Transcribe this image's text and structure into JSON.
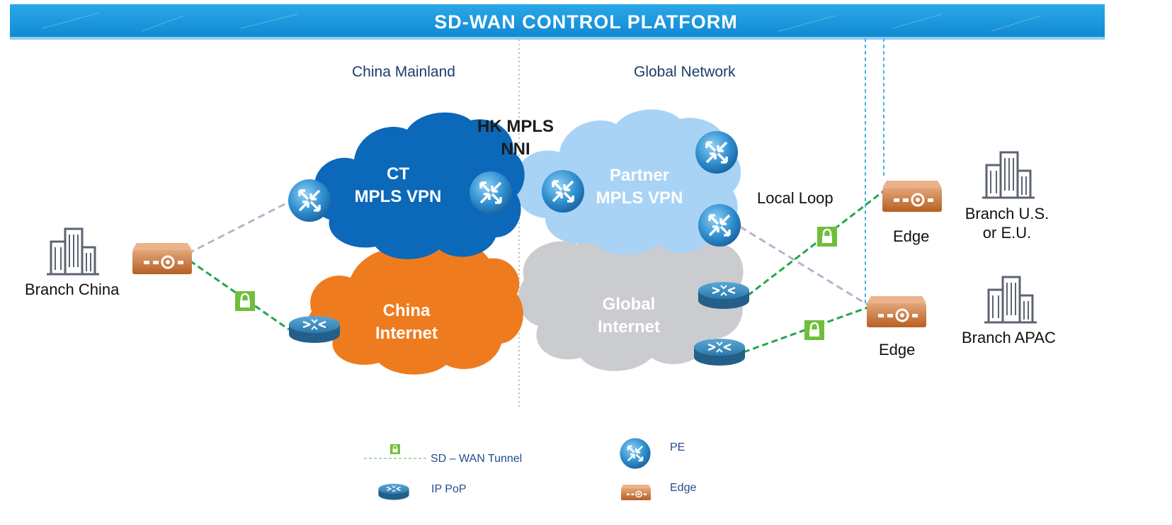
{
  "banner": {
    "title": "SD-WAN CONTROL PLATFORM"
  },
  "regions": {
    "left": "China Mainland",
    "right": "Global Network"
  },
  "clouds": {
    "ct_mpls": {
      "line1": "CT",
      "line2": "MPLS VPN"
    },
    "partner_mpls": {
      "line1": "Partner",
      "line2": "MPLS VPN"
    },
    "china_internet": {
      "line1": "China",
      "line2": "Internet"
    },
    "global_internet": {
      "line1": "Global",
      "line2": "Internet"
    }
  },
  "nni": {
    "line1": "HK MPLS",
    "line2": "NNI"
  },
  "labels": {
    "local_loop": "Local Loop",
    "branch_china": "Branch China",
    "branch_us_line1": "Branch U.S.",
    "branch_us_line2": "or E.U.",
    "branch_apac": "Branch APAC",
    "edge_top": "Edge",
    "edge_bottom": "Edge"
  },
  "legend": {
    "tunnel": "SD – WAN Tunnel",
    "ip_pop": "IP PoP",
    "pe": "PE",
    "edge": "Edge"
  },
  "colors": {
    "banner": "#1e9de0",
    "ct_cloud": "#0c68b9",
    "partner_cloud": "#a8d3f5",
    "china_internet_cloud": "#ef7b1f",
    "global_internet_cloud": "#cbcccf",
    "tunnel": "#22a64a",
    "lock": "#6fbf3a",
    "edge_device": "#c06a2c",
    "mpls_link": "#b9b3cc",
    "control_link": "#4bb3de"
  },
  "icons": [
    "building-icon",
    "edge-device-icon",
    "pe-router-icon",
    "ip-pop-router-icon",
    "lock-icon"
  ]
}
